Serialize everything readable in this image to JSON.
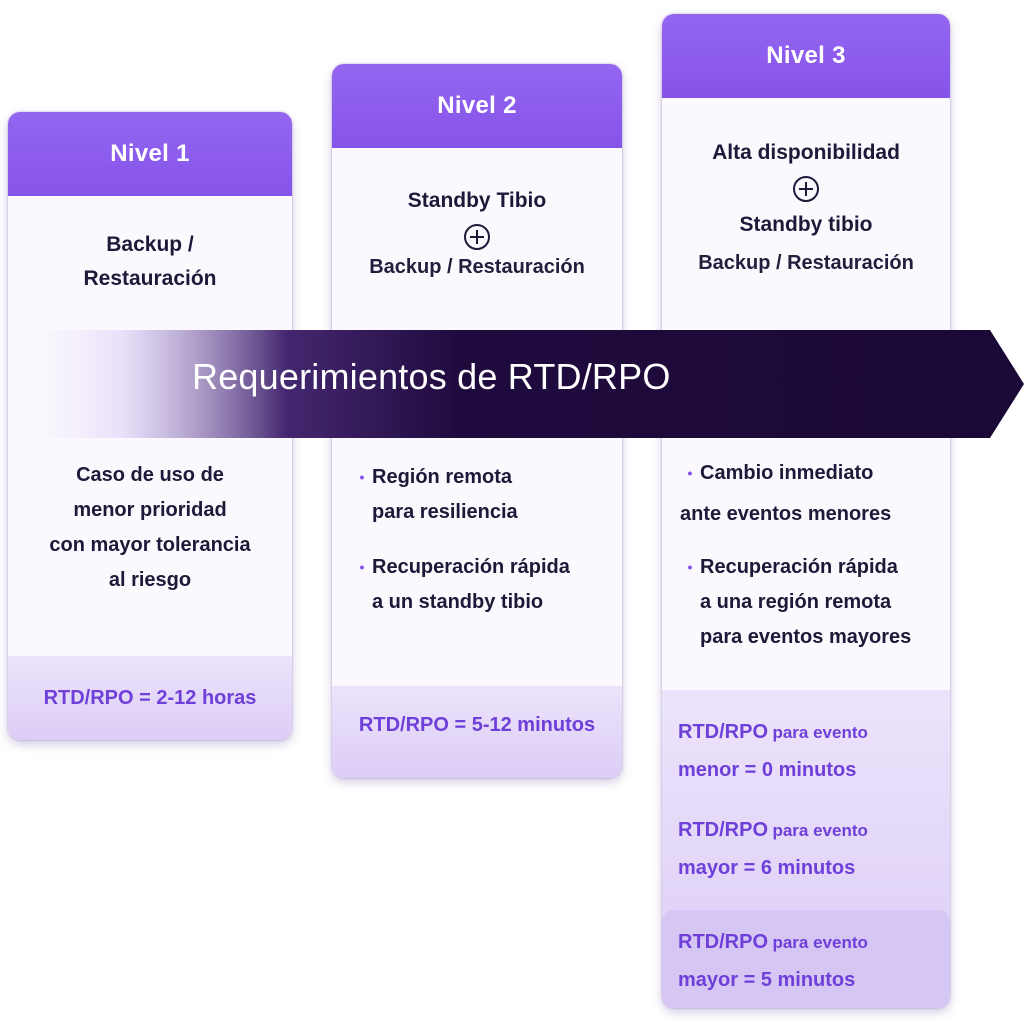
{
  "levels": [
    {
      "header": "Nivel 1",
      "title_lines": [
        "Backup /",
        "Restauración"
      ],
      "description_lines": [
        "Caso de uso de",
        "menor prioridad",
        "con mayor tolerancia",
        "al riesgo"
      ],
      "footer": "RTD/RPO = 2-12 horas"
    },
    {
      "header": "Nivel 2",
      "title": "Standby Tibio",
      "subtitle": "Backup / Restauración",
      "bullets": [
        [
          "Región remota",
          "para resiliencia"
        ],
        [
          "Recuperación rápida",
          "a un standby tibio"
        ]
      ],
      "footer": "RTD/RPO = 5-12 minutos"
    },
    {
      "header": "Nivel 3",
      "title": "Alta disponibilidad",
      "title2": "Standby tibio",
      "subtitle": "Backup / Restauración",
      "bullets": [
        [
          "Cambio inmediato",
          "ante eventos menores"
        ],
        [
          "Recuperación rápida",
          "a una región remota",
          "para eventos mayores"
        ]
      ],
      "footers": [
        {
          "label": "RTD/RPO",
          "suffix": "para evento",
          "line2": "menor = 0 minutos"
        },
        {
          "label": "RTD/RPO",
          "suffix": "para evento",
          "line2": "mayor = 6 minutos"
        },
        {
          "label": "RTD/RPO",
          "suffix": "para evento",
          "line2": "mayor = 5 minutos"
        }
      ]
    }
  ],
  "banner": {
    "text": "Requerimientos de RTD/RPO"
  },
  "colors": {
    "header_purple": "#8653ea",
    "footer_text": "#6f3fd9",
    "banner_dark": "#1f0a3d"
  }
}
